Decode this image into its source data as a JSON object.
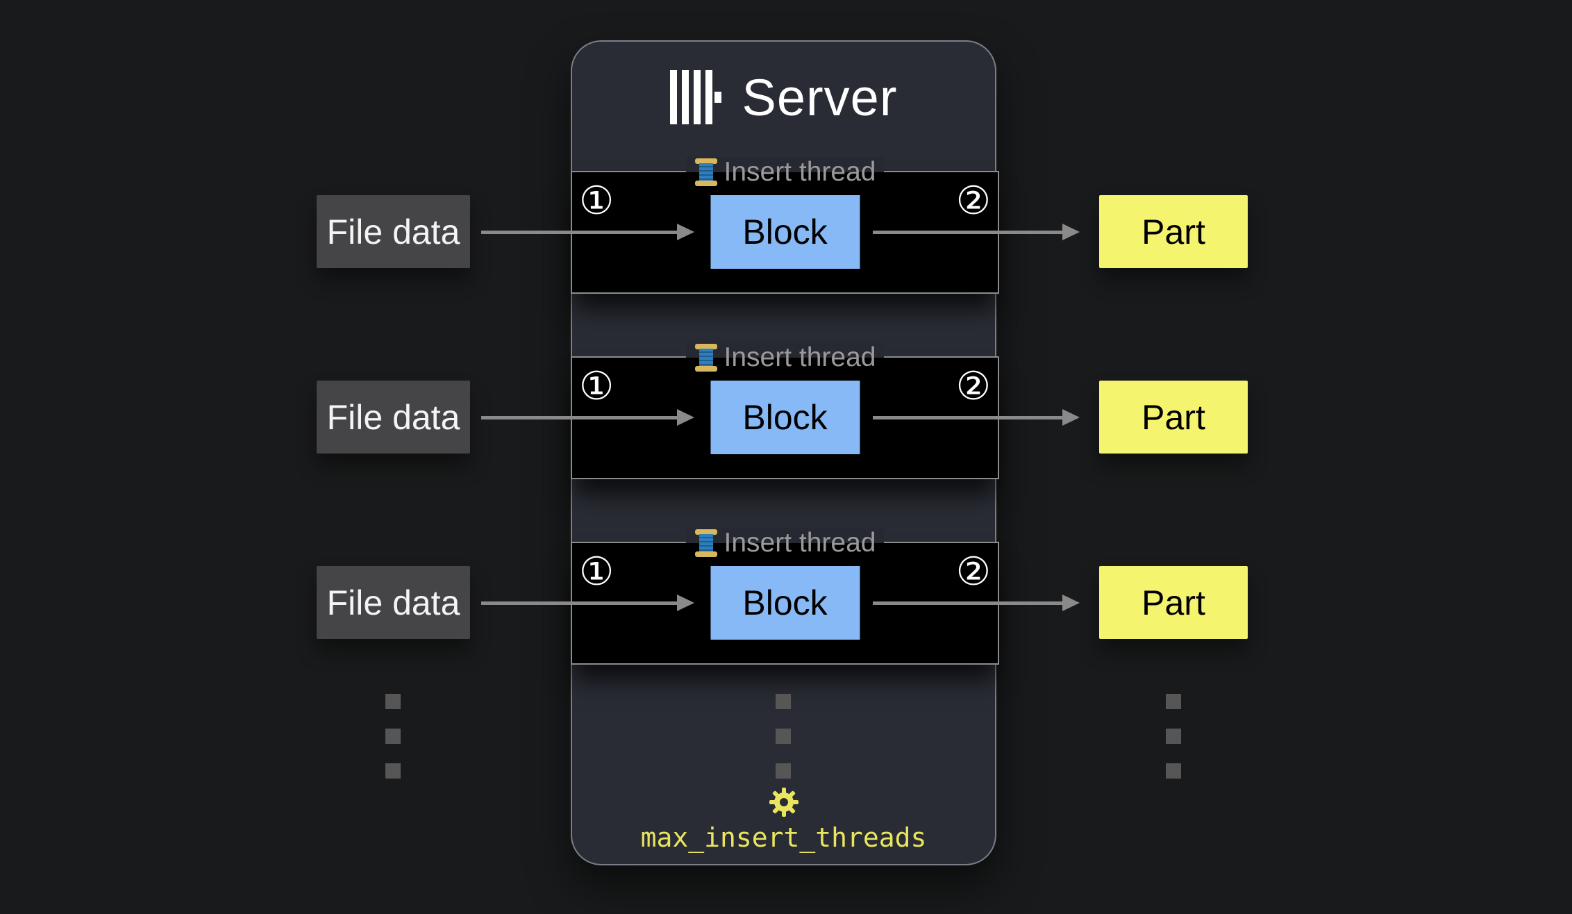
{
  "server": {
    "title": "Server"
  },
  "setting": {
    "label": "max_insert_threads"
  },
  "rows": [
    {
      "legend": "Insert thread",
      "step_in": "①",
      "step_out": "②",
      "input": "File data",
      "block": "Block",
      "output": "Part"
    },
    {
      "legend": "Insert thread",
      "step_in": "①",
      "step_out": "②",
      "input": "File data",
      "block": "Block",
      "output": "Part"
    },
    {
      "legend": "Insert thread",
      "step_in": "①",
      "step_out": "②",
      "input": "File data",
      "block": "Block",
      "output": "Part"
    }
  ],
  "colors": {
    "background": "#191a1b",
    "server_fill": "#292c34",
    "row_black": "#000000",
    "block_fill": "#87b9f6",
    "part_fill": "#f5f46f",
    "input_fill": "#454548",
    "arrow_gray": "#8a8a8a",
    "accent_yellow": "#e9e55f",
    "legend_gray": "#9a9a9a"
  }
}
